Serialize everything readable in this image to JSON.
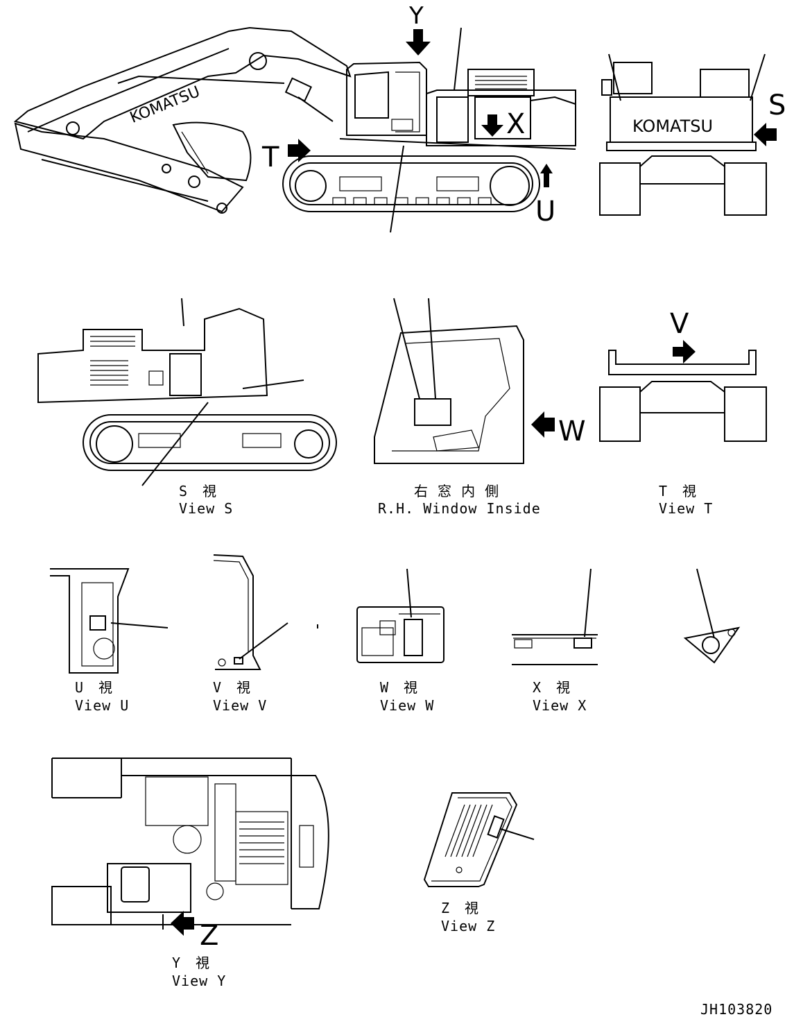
{
  "figure": {
    "drawing_number": "JH103820",
    "brand_text": "KOMATSU"
  },
  "arrows": {
    "y": "Y",
    "x": "X",
    "t": "T",
    "u": "U",
    "s": "S",
    "v": "V",
    "w": "W",
    "z": "Z"
  },
  "views": {
    "s": {
      "ja": "S　視",
      "en": "View S"
    },
    "rh_window": {
      "ja": "右 窓 内 側",
      "en": "R.H.  Window  Inside"
    },
    "t": {
      "ja": "T　視",
      "en": "View T"
    },
    "u": {
      "ja": "U　視",
      "en": "View U"
    },
    "v": {
      "ja": "V　視",
      "en": "View V"
    },
    "w": {
      "ja": "W　視",
      "en": "View W"
    },
    "x": {
      "ja": "X　視",
      "en": "View X"
    },
    "y": {
      "ja": "Y　視",
      "en": "View Y"
    },
    "z": {
      "ja": "Z　視",
      "en": "View Z"
    }
  },
  "colors": {
    "line": "#000000",
    "background": "#ffffff"
  }
}
